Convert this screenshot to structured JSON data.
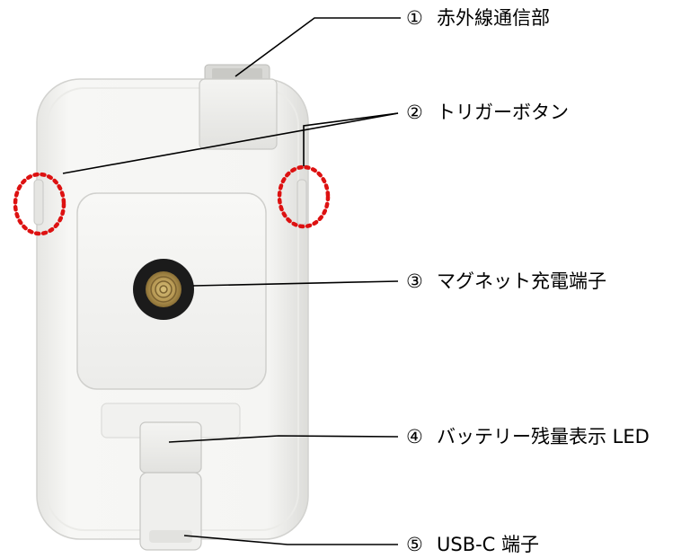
{
  "callouts": [
    {
      "number": "①",
      "label": "赤外線通信部"
    },
    {
      "number": "②",
      "label": "トリガーボタン"
    },
    {
      "number": "③",
      "label": "マグネット充電端子"
    },
    {
      "number": "④",
      "label": "バッテリー残量表示 LED"
    },
    {
      "number": "⑤",
      "label": "USB-C 端子"
    }
  ],
  "colors": {
    "leader_line": "#000000",
    "highlight_circle": "#dd1111",
    "device_body": "#f3f3f1",
    "device_edge": "#cfcfcc",
    "charging_terminal": "#b89a55"
  }
}
